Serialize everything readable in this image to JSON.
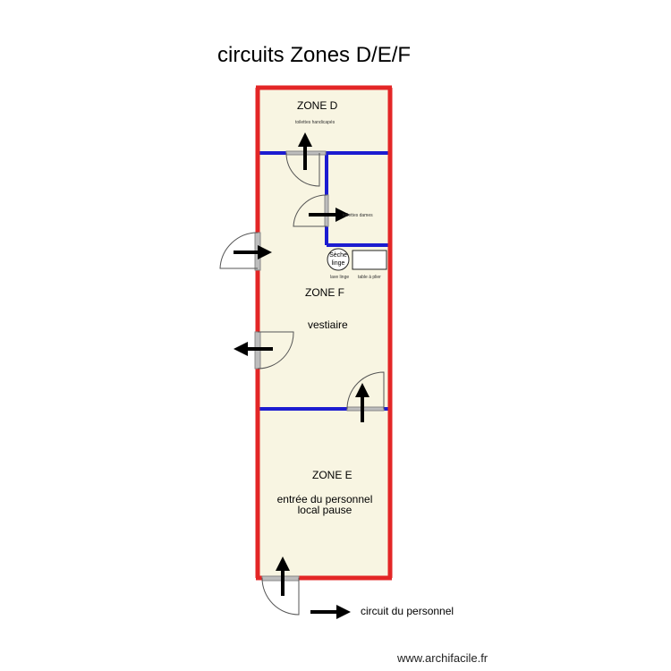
{
  "title": "circuits Zones D/E/F",
  "zones": {
    "d": {
      "label": "ZONE D",
      "room": "toilettes handicapés"
    },
    "f": {
      "label": "ZONE F",
      "room": "vestiaire"
    },
    "e": {
      "label": "ZONE E",
      "room_line1": "entrée du personnel",
      "room_line2": "local pause"
    }
  },
  "toilettes_dames": "toilettes dames",
  "equipment": {
    "dryer_line1": "Sèche",
    "dryer_line2": "linge",
    "washer": "lave linge",
    "table": "table à plier"
  },
  "legend": {
    "label": "circuit du personnel"
  },
  "footer": "www.archifacile.fr",
  "colors": {
    "outer_wall": "#e32626",
    "inner_wall": "#1c1cd0",
    "floor": "#f8f5e2",
    "arrow": "#000000"
  }
}
